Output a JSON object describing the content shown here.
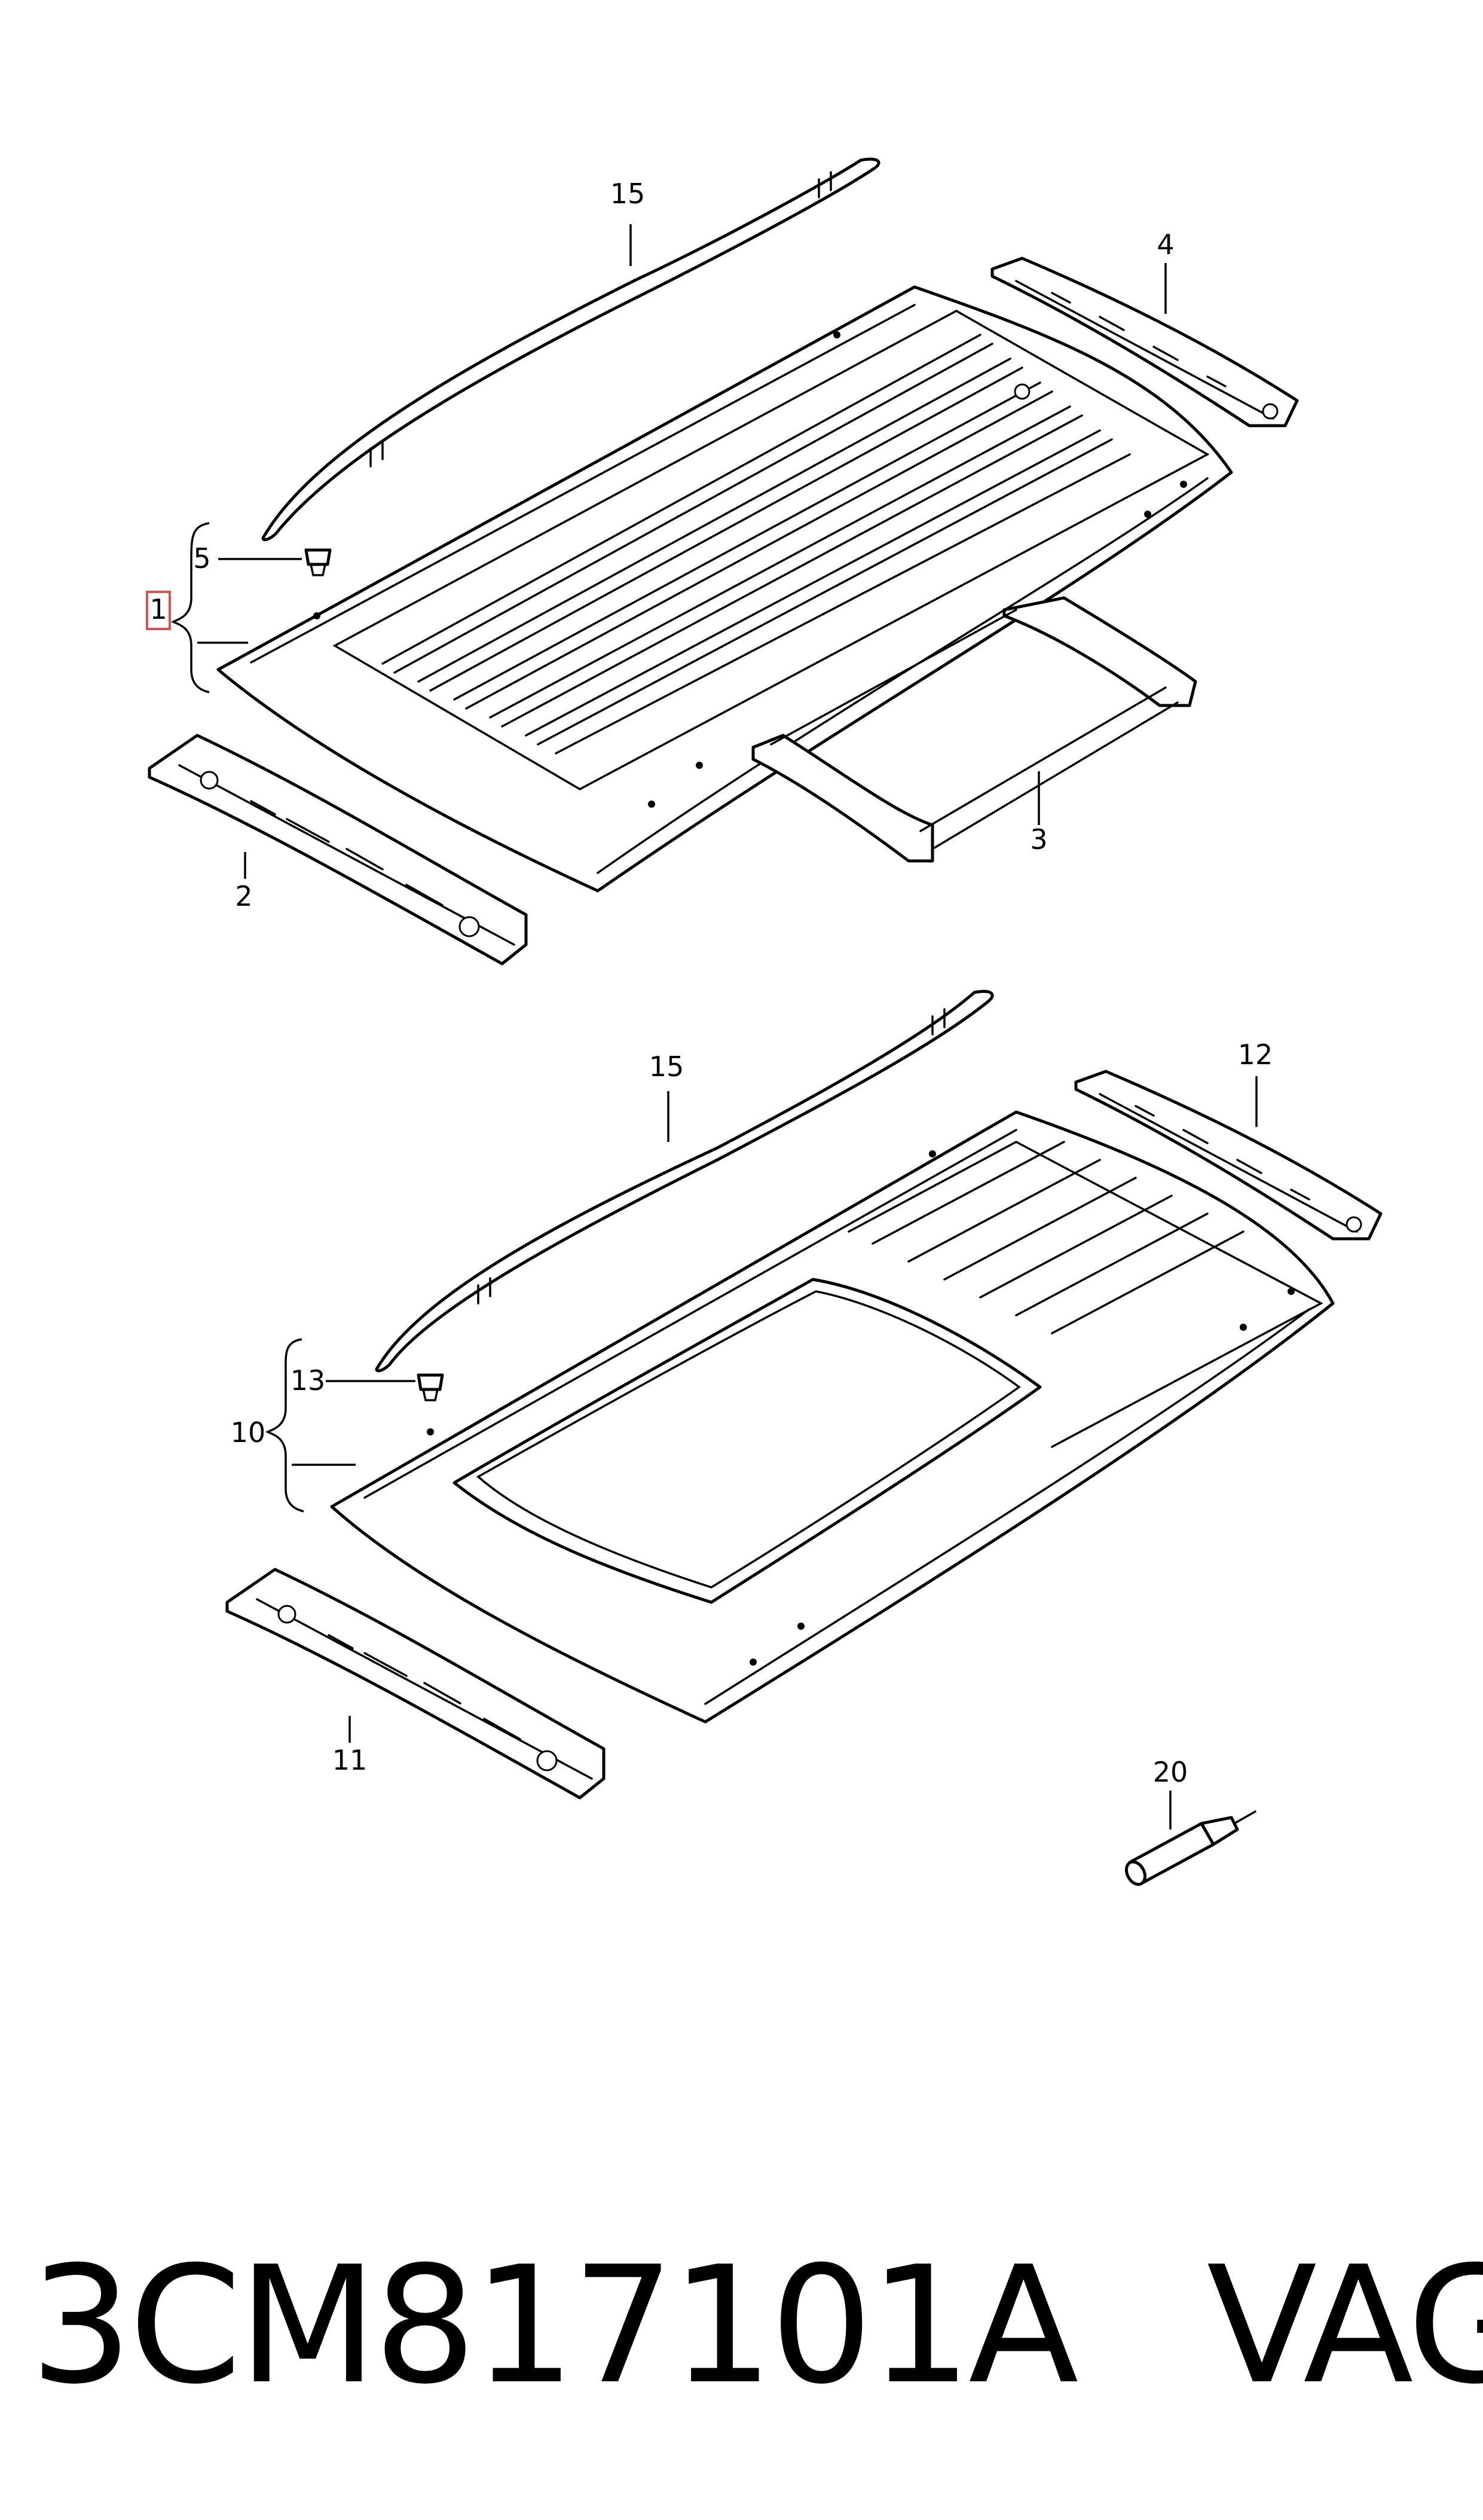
{
  "callouts": {
    "item_15_top": "15",
    "item_4": "4",
    "item_5": "5",
    "item_1": "1",
    "item_2": "2",
    "item_3": "3",
    "item_15_bottom": "15",
    "item_12": "12",
    "item_13": "13",
    "item_10": "10",
    "item_11": "11",
    "item_20": "20"
  },
  "highlight_color": "#d9534f",
  "footer": {
    "part_number": "3CM817101A",
    "brand": "VAG"
  }
}
